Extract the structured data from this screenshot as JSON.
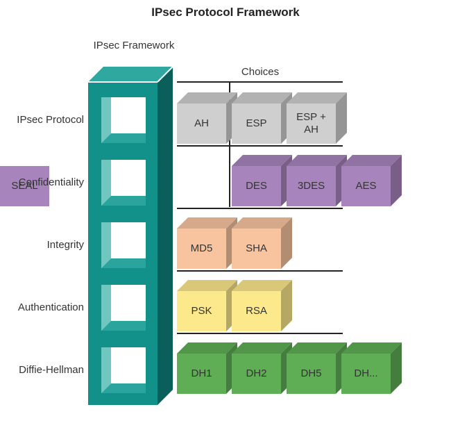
{
  "title": "IPsec Protocol Framework",
  "framework_label": "IPsec Framework",
  "choices_label": "Choices",
  "rows": [
    {
      "label": "IPsec Protocol",
      "choices": [
        "AH",
        "ESP",
        "ESP + AH"
      ],
      "color": "#cfcfcf"
    },
    {
      "label": "Confidentiality",
      "choices": [
        "DES",
        "3DES",
        "AES",
        "SEAL"
      ],
      "color": "#a884bd"
    },
    {
      "label": "Integrity",
      "choices": [
        "MD5",
        "SHA"
      ],
      "color": "#f8c49f"
    },
    {
      "label": "Authentication",
      "choices": [
        "PSK",
        "RSA"
      ],
      "color": "#fbe98c"
    },
    {
      "label": "Diffie-Hellman",
      "choices": [
        "DH1",
        "DH2",
        "DH5",
        "DH..."
      ],
      "color": "#5fae55"
    }
  ],
  "colors": {
    "column_front": "#12918a",
    "column_top": "#2fa8a0",
    "column_side": "#0b5f5a",
    "divider": "#222222"
  }
}
